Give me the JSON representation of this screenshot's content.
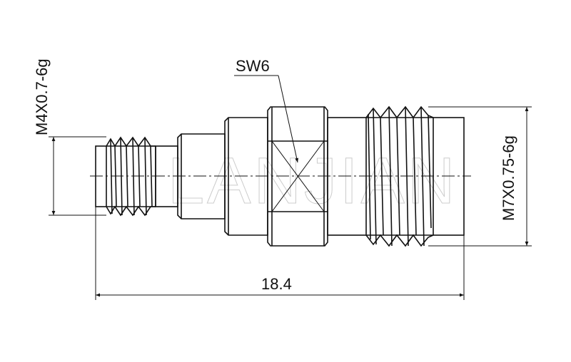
{
  "drawing": {
    "watermark": "LANJIAN",
    "wrench_size_label": "SW6",
    "left_thread_label": "M4X0.7-6g",
    "right_thread_label": "M7X0.75-6g",
    "overall_length_label": "18.4"
  }
}
